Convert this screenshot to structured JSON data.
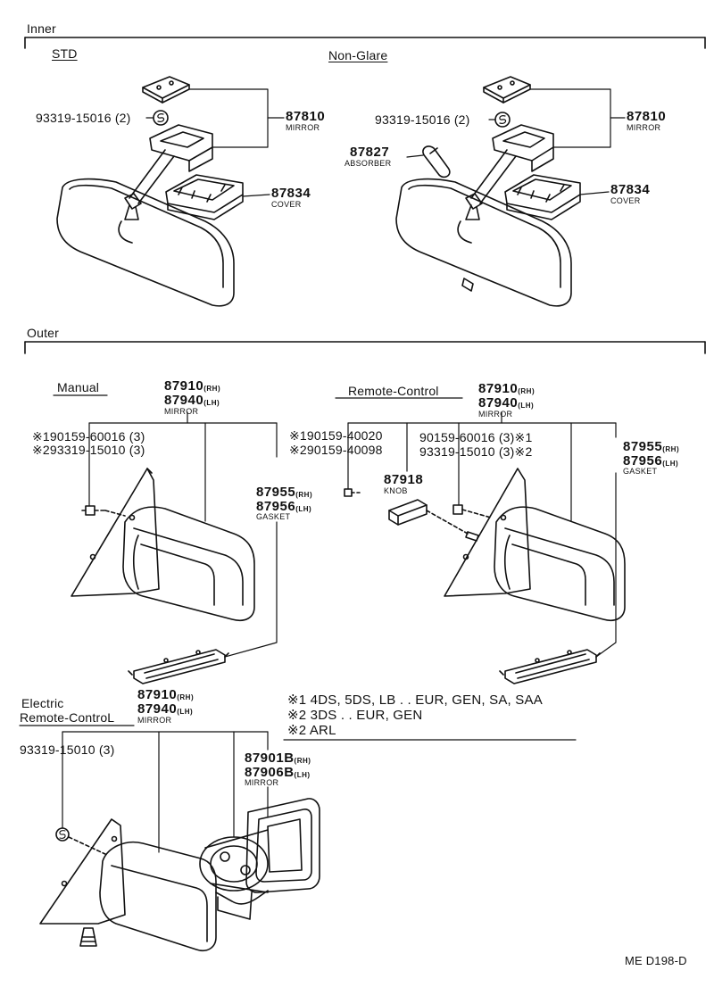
{
  "sections": {
    "inner": "Inner",
    "outer": "Outer"
  },
  "inner": {
    "std": {
      "title": "STD",
      "bolt": "93319-15016 (2)",
      "mirror_num": "87810",
      "mirror_lbl": "MIRROR",
      "cover_num": "87834",
      "cover_lbl": "COVER"
    },
    "nonglare": {
      "title": "Non-Glare",
      "bolt": "93319-15016 (2)",
      "mirror_num": "87810",
      "mirror_lbl": "MIRROR",
      "absorber_num": "87827",
      "absorber_lbl": "ABSORBER",
      "cover_num": "87834",
      "cover_lbl": "COVER"
    }
  },
  "outer": {
    "manual": {
      "title": "Manual",
      "mirror_rh": "87910",
      "mirror_lh": "87940",
      "rh": "(RH)",
      "lh": "(LH)",
      "mirror_lbl": "MIRROR",
      "bolt1": "※190159-60016 (3)",
      "bolt2": "※293319-15010 (3)",
      "gasket_rh": "87955",
      "gasket_lh": "87956",
      "gasket_lbl": "GASKET"
    },
    "remote": {
      "title": "Remote-Control",
      "mirror_rh": "87910",
      "mirror_lh": "87940",
      "rh": "(RH)",
      "lh": "(LH)",
      "mirror_lbl": "MIRROR",
      "screw1": "※190159-40020",
      "screw2": "※290159-40098",
      "bolt1": "90159-60016 (3)※1",
      "bolt2": "93319-15010 (3)※2",
      "knob_num": "87918",
      "knob_lbl": "KNOB",
      "gasket_rh": "87955",
      "gasket_lh": "87956",
      "gasket_lbl": "GASKET"
    },
    "electric": {
      "title_line1": "Electric",
      "title_line2": "Remote-ControL",
      "mirror_rh": "87910",
      "mirror_lh": "87940",
      "rh": "(RH)",
      "lh": "(LH)",
      "mirror_lbl": "MIRROR",
      "bolt": "93319-15010 (3)",
      "glass_rh": "87901B",
      "glass_lh": "87906B",
      "glass_lbl": "MIRROR"
    }
  },
  "notes": [
    "※1 4DS, 5DS, LB . . EUR, GEN, SA, SAA",
    "※2 3DS . . EUR, GEN",
    "※2 ARL"
  ],
  "footer_code": "ME D198-D"
}
